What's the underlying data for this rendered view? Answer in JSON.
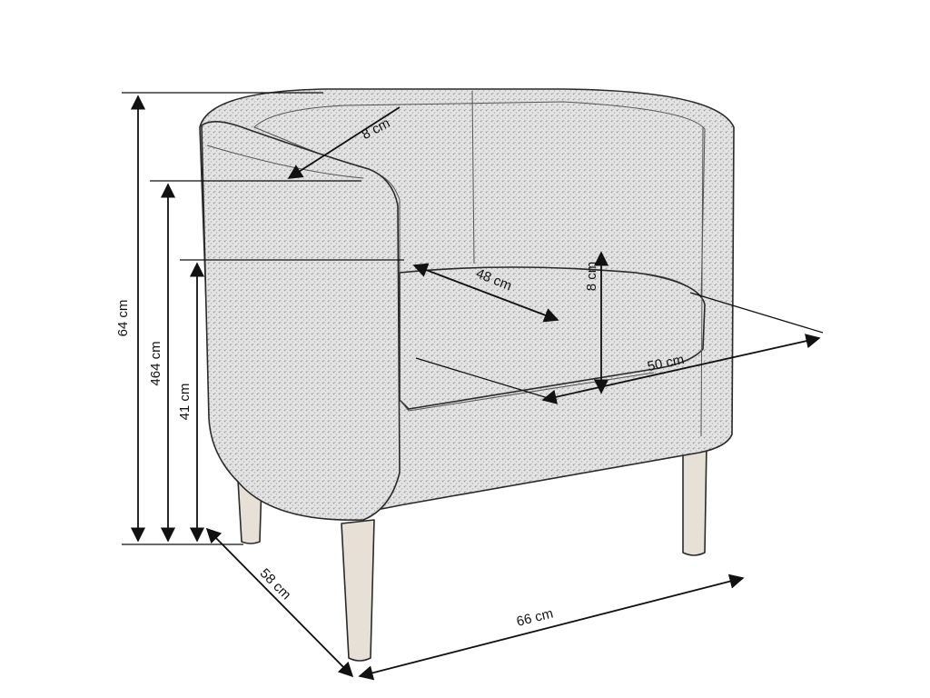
{
  "dimensions": {
    "total_height": "64 cm",
    "armrest_height": "464 cm",
    "seat_height": "41 cm",
    "armrest_width": "8 cm",
    "seat_depth": "48 cm",
    "cushion_thickness": "8 cm",
    "seat_width": "50 cm",
    "depth": "58 cm",
    "width": "66 cm"
  },
  "colors": {
    "upholstery": "#d8d8d8",
    "line": "#2a2a2a",
    "leg": "#e6e0d6"
  }
}
